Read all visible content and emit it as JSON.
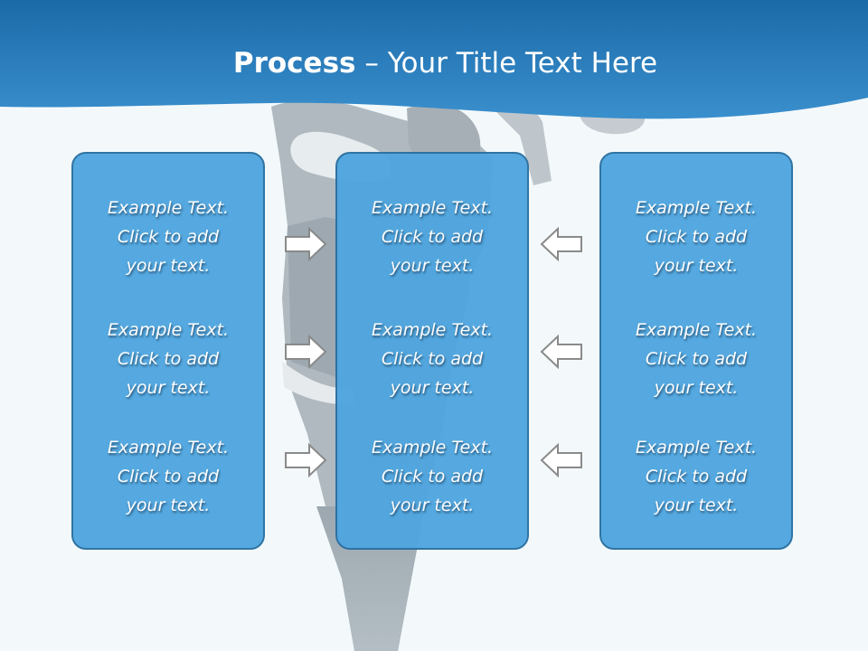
{
  "slide": {
    "title_bold": "Process",
    "title_rest": " – Your Title Text Here",
    "colors": {
      "banner": "#1b6fae",
      "panel_fill": "#4fa6df",
      "panel_border": "#2a6fa1",
      "background": "#f3f9fb",
      "arrow_fill": "#ffffff",
      "arrow_stroke": "#8a8a8a"
    }
  },
  "columns": [
    {
      "name": "left",
      "items": [
        {
          "line1": "Example Text.",
          "line2": "Click  to add",
          "line3": "your text."
        },
        {
          "line1": "Example Text.",
          "line2": "Click  to add",
          "line3": "your text."
        },
        {
          "line1": "Example Text.",
          "line2": "Click  to add",
          "line3": "your text."
        }
      ]
    },
    {
      "name": "center",
      "items": [
        {
          "line1": "Example Text.",
          "line2": "Click  to add",
          "line3": "your text."
        },
        {
          "line1": "Example Text.",
          "line2": "Click  to add",
          "line3": "your text."
        },
        {
          "line1": "Example Text.",
          "line2": "Click  to add",
          "line3": "your text."
        }
      ]
    },
    {
      "name": "right",
      "items": [
        {
          "line1": "Example Text.",
          "line2": "Click  to add",
          "line3": "your text."
        },
        {
          "line1": "Example Text.",
          "line2": "Click  to add",
          "line3": "your text."
        },
        {
          "line1": "Example Text.",
          "line2": "Click  to add",
          "line3": "your text."
        }
      ]
    }
  ],
  "arrows": {
    "left_column": "right-arrow-icon",
    "right_column": "left-arrow-icon"
  }
}
